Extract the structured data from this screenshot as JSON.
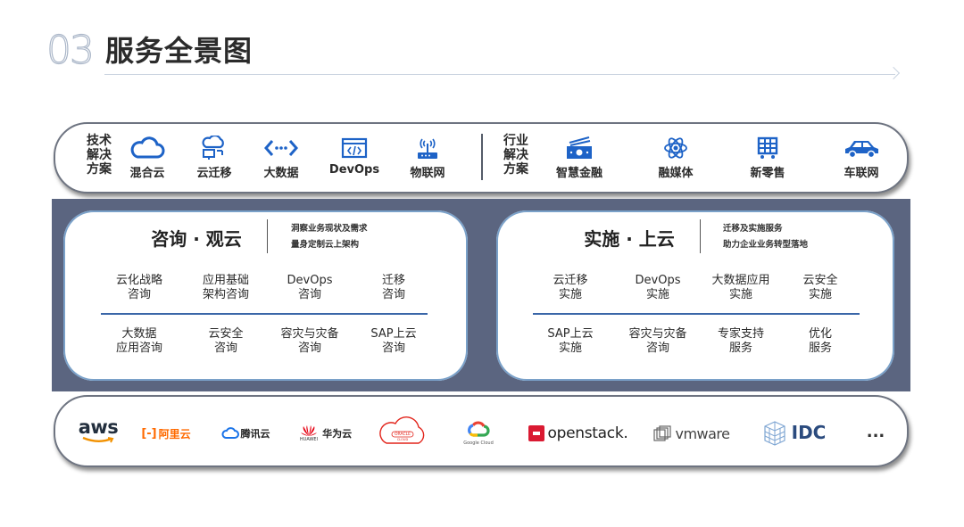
{
  "header": {
    "number": "03",
    "title": "服务全景图"
  },
  "top": {
    "tech_label": [
      "技术",
      "解决",
      "方案"
    ],
    "tech_items": [
      {
        "label": "混合云",
        "icon": "cloud-icon"
      },
      {
        "label": "云迁移",
        "icon": "cloud-migration-icon"
      },
      {
        "label": "大数据",
        "icon": "code-arrows-icon"
      },
      {
        "label": "DevOps",
        "icon": "browser-code-icon"
      },
      {
        "label": "物联网",
        "icon": "iot-router-icon"
      }
    ],
    "industry_label": [
      "行业",
      "解决",
      "方案"
    ],
    "industry_items": [
      {
        "label": "智慧金融",
        "icon": "money-icon"
      },
      {
        "label": "融媒体",
        "icon": "atom-icon"
      },
      {
        "label": "新零售",
        "icon": "cart-icon"
      },
      {
        "label": "车联网",
        "icon": "car-icon"
      }
    ]
  },
  "consult": {
    "title": "咨询 · 观云",
    "desc": [
      "洞察业务现状及需求",
      "量身定制云上架构"
    ],
    "row1": [
      [
        "云化战略",
        "咨询"
      ],
      [
        "应用基础",
        "架构咨询"
      ],
      [
        "DevOps",
        "咨询"
      ],
      [
        "迁移",
        "咨询"
      ]
    ],
    "row2": [
      [
        "大数据",
        "应用咨询"
      ],
      [
        "云安全",
        "咨询"
      ],
      [
        "容灾与灾备",
        "咨询"
      ],
      [
        "SAP上云",
        "咨询"
      ]
    ]
  },
  "implement": {
    "title": "实施 · 上云",
    "desc": [
      "迁移及实施服务",
      "助力企业业务转型落地"
    ],
    "row1": [
      [
        "云迁移",
        "实施"
      ],
      [
        "DevOps",
        "实施"
      ],
      [
        "大数据应用",
        "实施"
      ],
      [
        "云安全",
        "实施"
      ]
    ],
    "row2": [
      [
        "SAP上云",
        "实施"
      ],
      [
        "容灾与灾备",
        "咨询"
      ],
      [
        "专家支持",
        "服务"
      ],
      [
        "优化",
        "服务"
      ]
    ]
  },
  "vendors": {
    "aws": "aws",
    "aliyun": "阿里云",
    "tencent": "腾讯云",
    "huawei": "华为云",
    "huawei_sub": "HUAWEI",
    "oracle": "ORACLE",
    "oracle_sub": "CLOUD",
    "google": "Google Cloud",
    "openstack": "openstack.",
    "vmware": "vmware",
    "idc": "IDC",
    "more": "..."
  },
  "colors": {
    "accent": "#1e63c7",
    "band": "#5b6580",
    "divider": "#3a66a8"
  }
}
